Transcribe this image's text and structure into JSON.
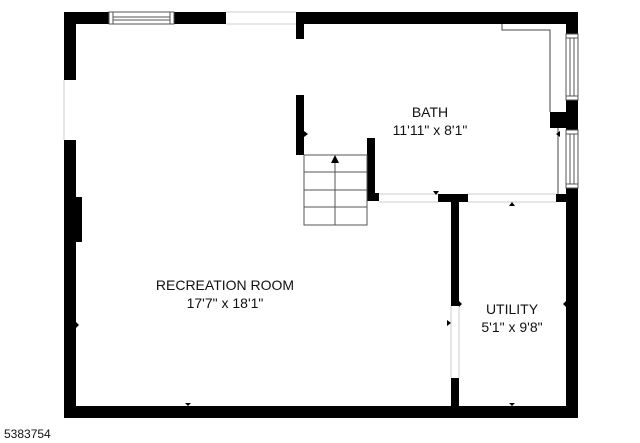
{
  "plan": {
    "rooms": [
      {
        "id": "recreation",
        "name": "RECREATION ROOM",
        "dimensions": "17'7\" x 18'1\""
      },
      {
        "id": "bath",
        "name": "BATH",
        "dimensions": "11'11\" x 8'1\""
      },
      {
        "id": "utility",
        "name": "UTILITY",
        "dimensions": "5'1\" x 9'8\""
      }
    ],
    "listing_id": "5383754",
    "colors": {
      "wall": "#000000",
      "background": "#ffffff",
      "line": "#555555"
    }
  }
}
